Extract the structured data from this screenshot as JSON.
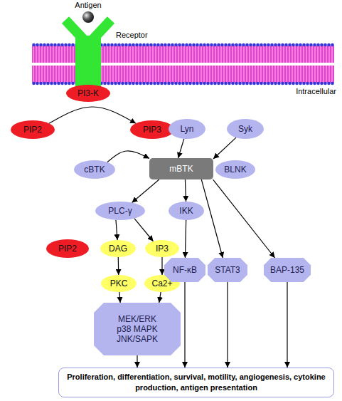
{
  "diagram": {
    "nodes": [
      {
        "text": [
          "PI3-K"
        ]
      },
      {
        "text": [
          "PIP2"
        ]
      },
      {
        "text": [
          "PIP3"
        ]
      },
      {
        "text": [
          "Lyn"
        ]
      },
      {
        "text": [
          "Syk"
        ]
      },
      {
        "text": [
          "cBTK"
        ]
      },
      {
        "text": [
          "mBTK"
        ]
      },
      {
        "text": [
          "BLNK"
        ]
      },
      {
        "text": [
          "PLC-γ"
        ]
      },
      {
        "text": [
          "IKK"
        ]
      },
      {
        "text": [
          "PIP2"
        ]
      },
      {
        "text": [
          "DAG"
        ]
      },
      {
        "text": [
          "IP3"
        ]
      },
      {
        "text": [
          "PKC"
        ]
      },
      {
        "text": [
          "Ca2+"
        ]
      },
      {
        "text": [
          "MEK/ERK",
          "p38 MAPK",
          "JNK/SAPK"
        ]
      },
      {
        "text": [
          "NF-κB"
        ]
      },
      {
        "text": [
          "STAT3"
        ]
      },
      {
        "text": [
          "BAP-135"
        ]
      },
      {
        "text": [
          "Proliferation, differentiation, survival, motility, angiogenesis, cytokine production, antigen presentation"
        ]
      }
    ],
    "edges": [
      {
        "from": 1,
        "to": 2,
        "arrow": "to"
      },
      {
        "from": 3,
        "to": 6,
        "arrow": "to"
      },
      {
        "from": 4,
        "to": 6,
        "arrow": "to"
      },
      {
        "from": 5,
        "to": 6,
        "arrow": "to"
      },
      {
        "from": 6,
        "to": 8,
        "arrow": "to"
      },
      {
        "from": 6,
        "to": 9,
        "arrow": "to"
      },
      {
        "from": 6,
        "to": 17,
        "arrow": "to"
      },
      {
        "from": 6,
        "to": 18,
        "arrow": "to"
      },
      {
        "from": 8,
        "to": 11,
        "arrow": "to"
      },
      {
        "from": 8,
        "to": 12,
        "arrow": "to"
      },
      {
        "from": 9,
        "to": 16,
        "arrow": "to"
      },
      {
        "from": 11,
        "to": 13,
        "arrow": "to"
      },
      {
        "from": 12,
        "to": 14,
        "arrow": "to"
      },
      {
        "from": 13,
        "to": 15,
        "arrow": "to"
      },
      {
        "from": 14,
        "to": 15,
        "arrow": "to"
      },
      {
        "from": 15,
        "to": 19,
        "arrow": "to"
      },
      {
        "from": 16,
        "to": 19,
        "arrow": "to"
      },
      {
        "from": 17,
        "to": 19,
        "arrow": "to"
      },
      {
        "from": 18,
        "to": 19,
        "arrow": "to"
      }
    ],
    "labels": [
      "Antigen",
      "Receptor",
      "Intracellular"
    ]
  }
}
